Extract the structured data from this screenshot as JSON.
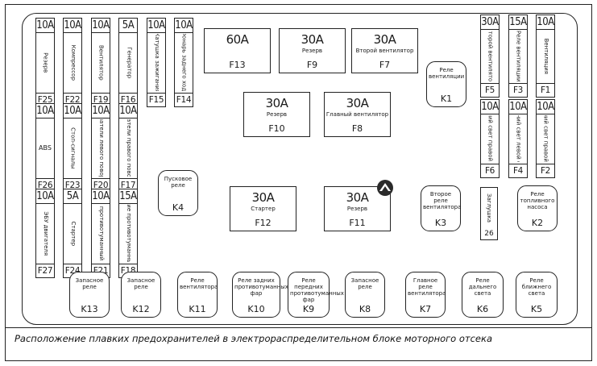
{
  "caption": "Расположение плавких предохранителей в электрораспределительном блоке моторного отсека",
  "vfuses": [
    {
      "amp": "10A",
      "label": "Резерв",
      "code": "F25"
    },
    {
      "amp": "10A",
      "label": "Компрессор",
      "code": "F22"
    },
    {
      "amp": "10A",
      "label": "Вентилятор",
      "code": "F19"
    },
    {
      "amp": "5A",
      "label": "Генератор",
      "code": "F16"
    },
    {
      "amp": "10A",
      "label": "Катушка зажигания",
      "code": "F15"
    },
    {
      "amp": "10A",
      "label": "Фонарь заднего хода",
      "code": "F14"
    },
    {
      "amp": "10A",
      "label": "ABS",
      "code": "F26"
    },
    {
      "amp": "10A",
      "label": "Стоп-сигналы",
      "code": "F23"
    },
    {
      "amp": "10A",
      "label": "Указатели левого поворота",
      "code": "F20"
    },
    {
      "amp": "10A",
      "label": "Указатели правого поворота",
      "code": "F17"
    },
    {
      "amp": "10A",
      "label": "ЭБУ двигателя",
      "code": "F27"
    },
    {
      "amp": "5A",
      "label": "Стартер",
      "code": "F24"
    },
    {
      "amp": "10A",
      "label": "Задний противотуманный фонарь",
      "code": "F21"
    },
    {
      "amp": "15A",
      "label": "Передние противотуманные фары",
      "code": "F18"
    },
    {
      "amp": "30A",
      "label": "Второй вентилятор",
      "code": "F5"
    },
    {
      "amp": "15A",
      "label": "Реле вентиляции",
      "code": "F3"
    },
    {
      "amp": "10A",
      "label": "Вентиляция",
      "code": "F1"
    },
    {
      "amp": "10A",
      "label": "Дальний свет правой фары",
      "code": "F6"
    },
    {
      "amp": "10A",
      "label": "Дальний свет левой фары",
      "code": "F4"
    },
    {
      "amp": "10A",
      "label": "Ближний свет правой фары",
      "code": "F2"
    }
  ],
  "bfuses": [
    {
      "amp": "60A",
      "label": "",
      "code": "F13"
    },
    {
      "amp": "30A",
      "label": "Резерв",
      "code": "F9"
    },
    {
      "amp": "30A",
      "label": "Второй вентилятор",
      "code": "F7"
    },
    {
      "amp": "30A",
      "label": "Резерв",
      "code": "F10"
    },
    {
      "amp": "30A",
      "label": "Главный вентилятор",
      "code": "F8"
    },
    {
      "amp": "30A",
      "label": "Стартер",
      "code": "F12"
    },
    {
      "amp": "30A",
      "label": "Резерв",
      "code": "F11"
    }
  ],
  "relays": [
    {
      "label": "Реле вентиляции",
      "code": "K1"
    },
    {
      "label": "Пусковое реле",
      "code": "K4"
    },
    {
      "label": "Второе реле вентилятора",
      "code": "K3"
    },
    {
      "label": "Реле топливного насоса",
      "code": "K2"
    },
    {
      "label": "Запасное реле",
      "code": "K13"
    },
    {
      "label": "Запасное реле",
      "code": "K12"
    },
    {
      "label": "Реле вентилятора",
      "code": "K11"
    },
    {
      "label": "Реле задних противотуманных фар",
      "code": "K10"
    },
    {
      "label": "Реле передних противотуманных фар",
      "code": "K9"
    },
    {
      "label": "Запасное реле",
      "code": "K8"
    },
    {
      "label": "Главное реле вентилятора",
      "code": "K7"
    },
    {
      "label": "Реле дальнего света",
      "code": "K6"
    },
    {
      "label": "Реле ближнего света",
      "code": "K5"
    }
  ],
  "plug": {
    "label": "Заглушка",
    "code": "26"
  }
}
